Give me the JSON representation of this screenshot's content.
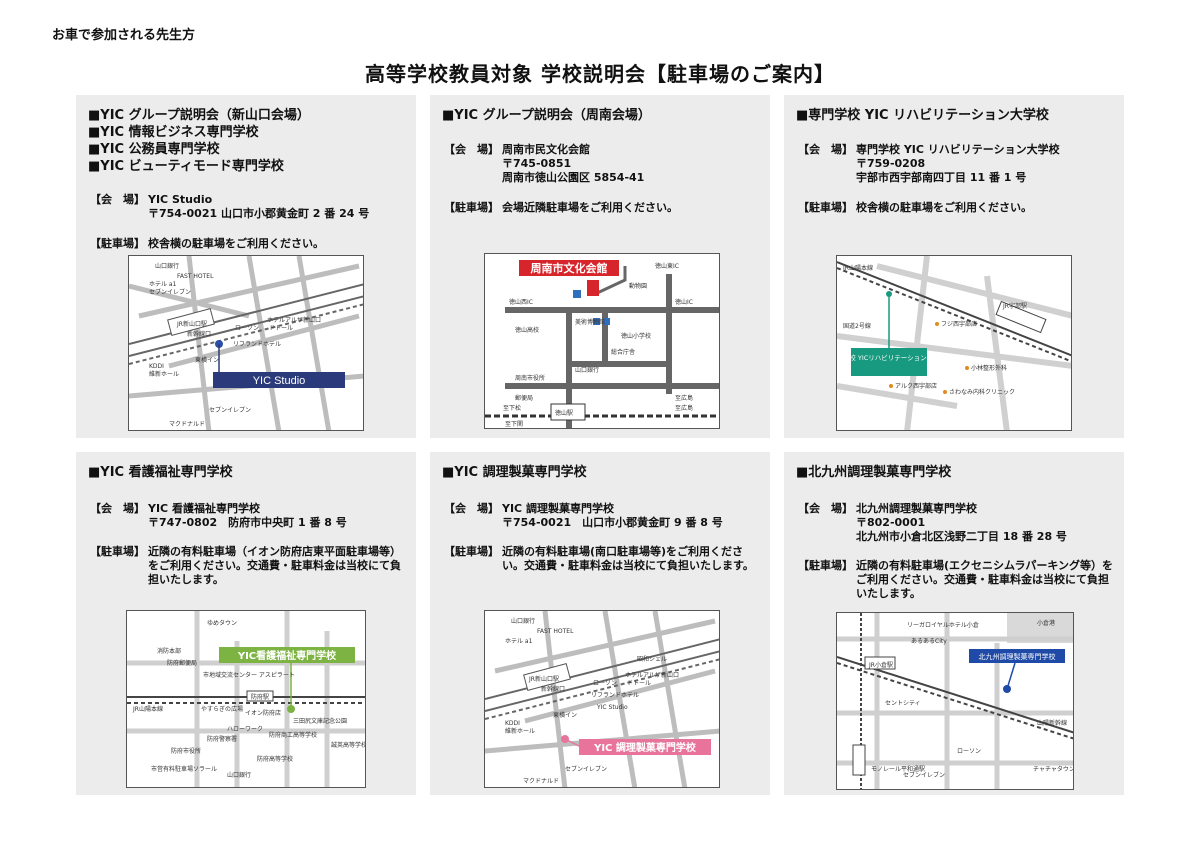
{
  "page": {
    "corner_note": "お車で参加される先生方",
    "title": "高等学校教員対象 学校説明会【駐車場のご案内】"
  },
  "panels": [
    {
      "headings": [
        "■YIC グループ説明会（新山口会場）",
        "■YIC 情報ビジネス専門学校",
        "■YIC 公務員専門学校",
        "■YIC ビューティモード専門学校"
      ],
      "venue_label": "【会　場】",
      "venue_lines": [
        "YIC Studio",
        "〒754-0021 山口市小郡黄金町 2 番 24 号"
      ],
      "parking_label": "【駐車場】",
      "parking_text": "校舎横の駐車場をご利用ください。",
      "map": {
        "callout": "YIC Studio",
        "labels": [
          "山口銀行",
          "FAST HOTEL",
          "ホテル a1",
          "セブンイレブン",
          "JR新山口駅",
          "新幹線口",
          "ホテルアルザ新山口",
          "ローソン",
          "ドトール",
          "リフランドホテル",
          "KDDI",
          "維新ホール",
          "東横イン",
          "セブンイレブン",
          "マクドナルド"
        ]
      }
    },
    {
      "headings": [
        "■YIC グループ説明会（周南会場）"
      ],
      "venue_label": "【会　場】",
      "venue_lines": [
        "周南市民文化会館",
        "〒745-0851",
        "周南市徳山公園区 5854-41"
      ],
      "parking_label": "【駐車場】",
      "parking_text": "会場近隣駐車場をご利用ください。",
      "map": {
        "callout": "周南市文化会館",
        "labels": [
          "徳山東IC",
          "動物園",
          "徳山IC",
          "徳山西IC",
          "徳山高校",
          "美術博物館",
          "総合庁舎",
          "徳山小学校",
          "山口銀行",
          "郵便局",
          "周南市役所",
          "徳山駅",
          "至下松",
          "至広島",
          "至下関",
          "至広島"
        ]
      }
    },
    {
      "headings": [
        "■専門学校 YIC リハビリテーション大学校"
      ],
      "venue_label": "【会　場】",
      "venue_lines": [
        "専門学校 YIC リハビリテーション大学校",
        "〒759-0208",
        "宇部市西宇部南四丁目 11 番 1 号"
      ],
      "parking_label": "【駐車場】",
      "parking_text": "校舎横の駐車場をご利用ください。",
      "map": {
        "callout": "専門学校 YICリハビリテーション 大学校",
        "labels": [
          "JR山陽本線",
          "JR宇部駅",
          "国道2号線",
          "フジ西宇部店",
          "小林整形外科",
          "アルク西宇部店",
          "さわなみ内科クリニック"
        ]
      }
    },
    {
      "headings": [
        "■YIC 看護福祉専門学校"
      ],
      "venue_label": "【会　場】",
      "venue_lines": [
        "YIC 看護福祉専門学校",
        "〒747-0802　防府市中央町 1 番 8 号"
      ],
      "parking_label": "【駐車場】",
      "parking_text": "近隣の有料駐車場（イオン防府店東平面駐車場等）をご利用ください。交通費・駐車料金は当校にて負担いたします。",
      "map": {
        "callout": "YIC看護福祉専門学校",
        "labels": [
          "ゆめタウン",
          "消防本部",
          "防府郵便局",
          "市地域交流センター アスピラート",
          "防府駅",
          "JR山陽本線",
          "やすらぎの広場",
          "イオン防府店",
          "三田尻文庫記念公園",
          "ハローワーク",
          "防府警察署",
          "防府商工高等学校",
          "誠英高等学校",
          "防府市役所",
          "防府高等学校",
          "市営有料駐車場ソラール",
          "山口銀行"
        ]
      }
    },
    {
      "headings": [
        "■YIC 調理製菓専門学校"
      ],
      "venue_label": "【会　場】",
      "venue_lines": [
        "YIC 調理製菓専門学校",
        "〒754-0021　山口市小郡黄金町 9 番 8 号"
      ],
      "parking_label": "【駐車場】",
      "parking_text": "近隣の有料駐車場(南口駐車場等)をご利用ください。交通費・駐車料金は当校にて負担いたします。",
      "map": {
        "callout": "YIC 調理製菓専門学校",
        "labels": [
          "山口銀行",
          "FAST HOTEL",
          "ホテル a1",
          "JR新山口駅",
          "新幹線口",
          "昭和シェル",
          "ホテルアルザ新山口",
          "ローソン",
          "ドトール",
          "リフランドホテル",
          "YIC Studio",
          "KDDI",
          "維新ホール",
          "東横イン",
          "セブンイレブン",
          "マクドナルド"
        ]
      }
    },
    {
      "headings": [
        "■北九州調理製菓専門学校"
      ],
      "venue_label": "【会　場】",
      "venue_lines": [
        "北九州調理製菓専門学校",
        "〒802-0001",
        "北九州市小倉北区浅野二丁目 18 番 28 号"
      ],
      "parking_label": "【駐車場】",
      "parking_text": "近隣の有料駐車場(エクセニシムラパーキング等）をご利用ください。交通費・駐車料金は当校にて負担いたします。",
      "map": {
        "callout": "北九州調理製菓専門学校",
        "labels": [
          "小倉港",
          "リーガロイヤルホテル小倉",
          "あるあるCity",
          "JR小倉駅",
          "セントシティ",
          "ローソン",
          "モノレール平和通駅",
          "セブンイレブン",
          "チャチャタウン小倉",
          "山陽新幹線"
        ]
      }
    }
  ],
  "colors": {
    "panel_bg": "#ececec",
    "navy": "#2b3a7a",
    "red": "#d7262b",
    "teal": "#179a7f",
    "green": "#7cb342",
    "pink": "#e8749c",
    "blue": "#1f4aa8"
  }
}
